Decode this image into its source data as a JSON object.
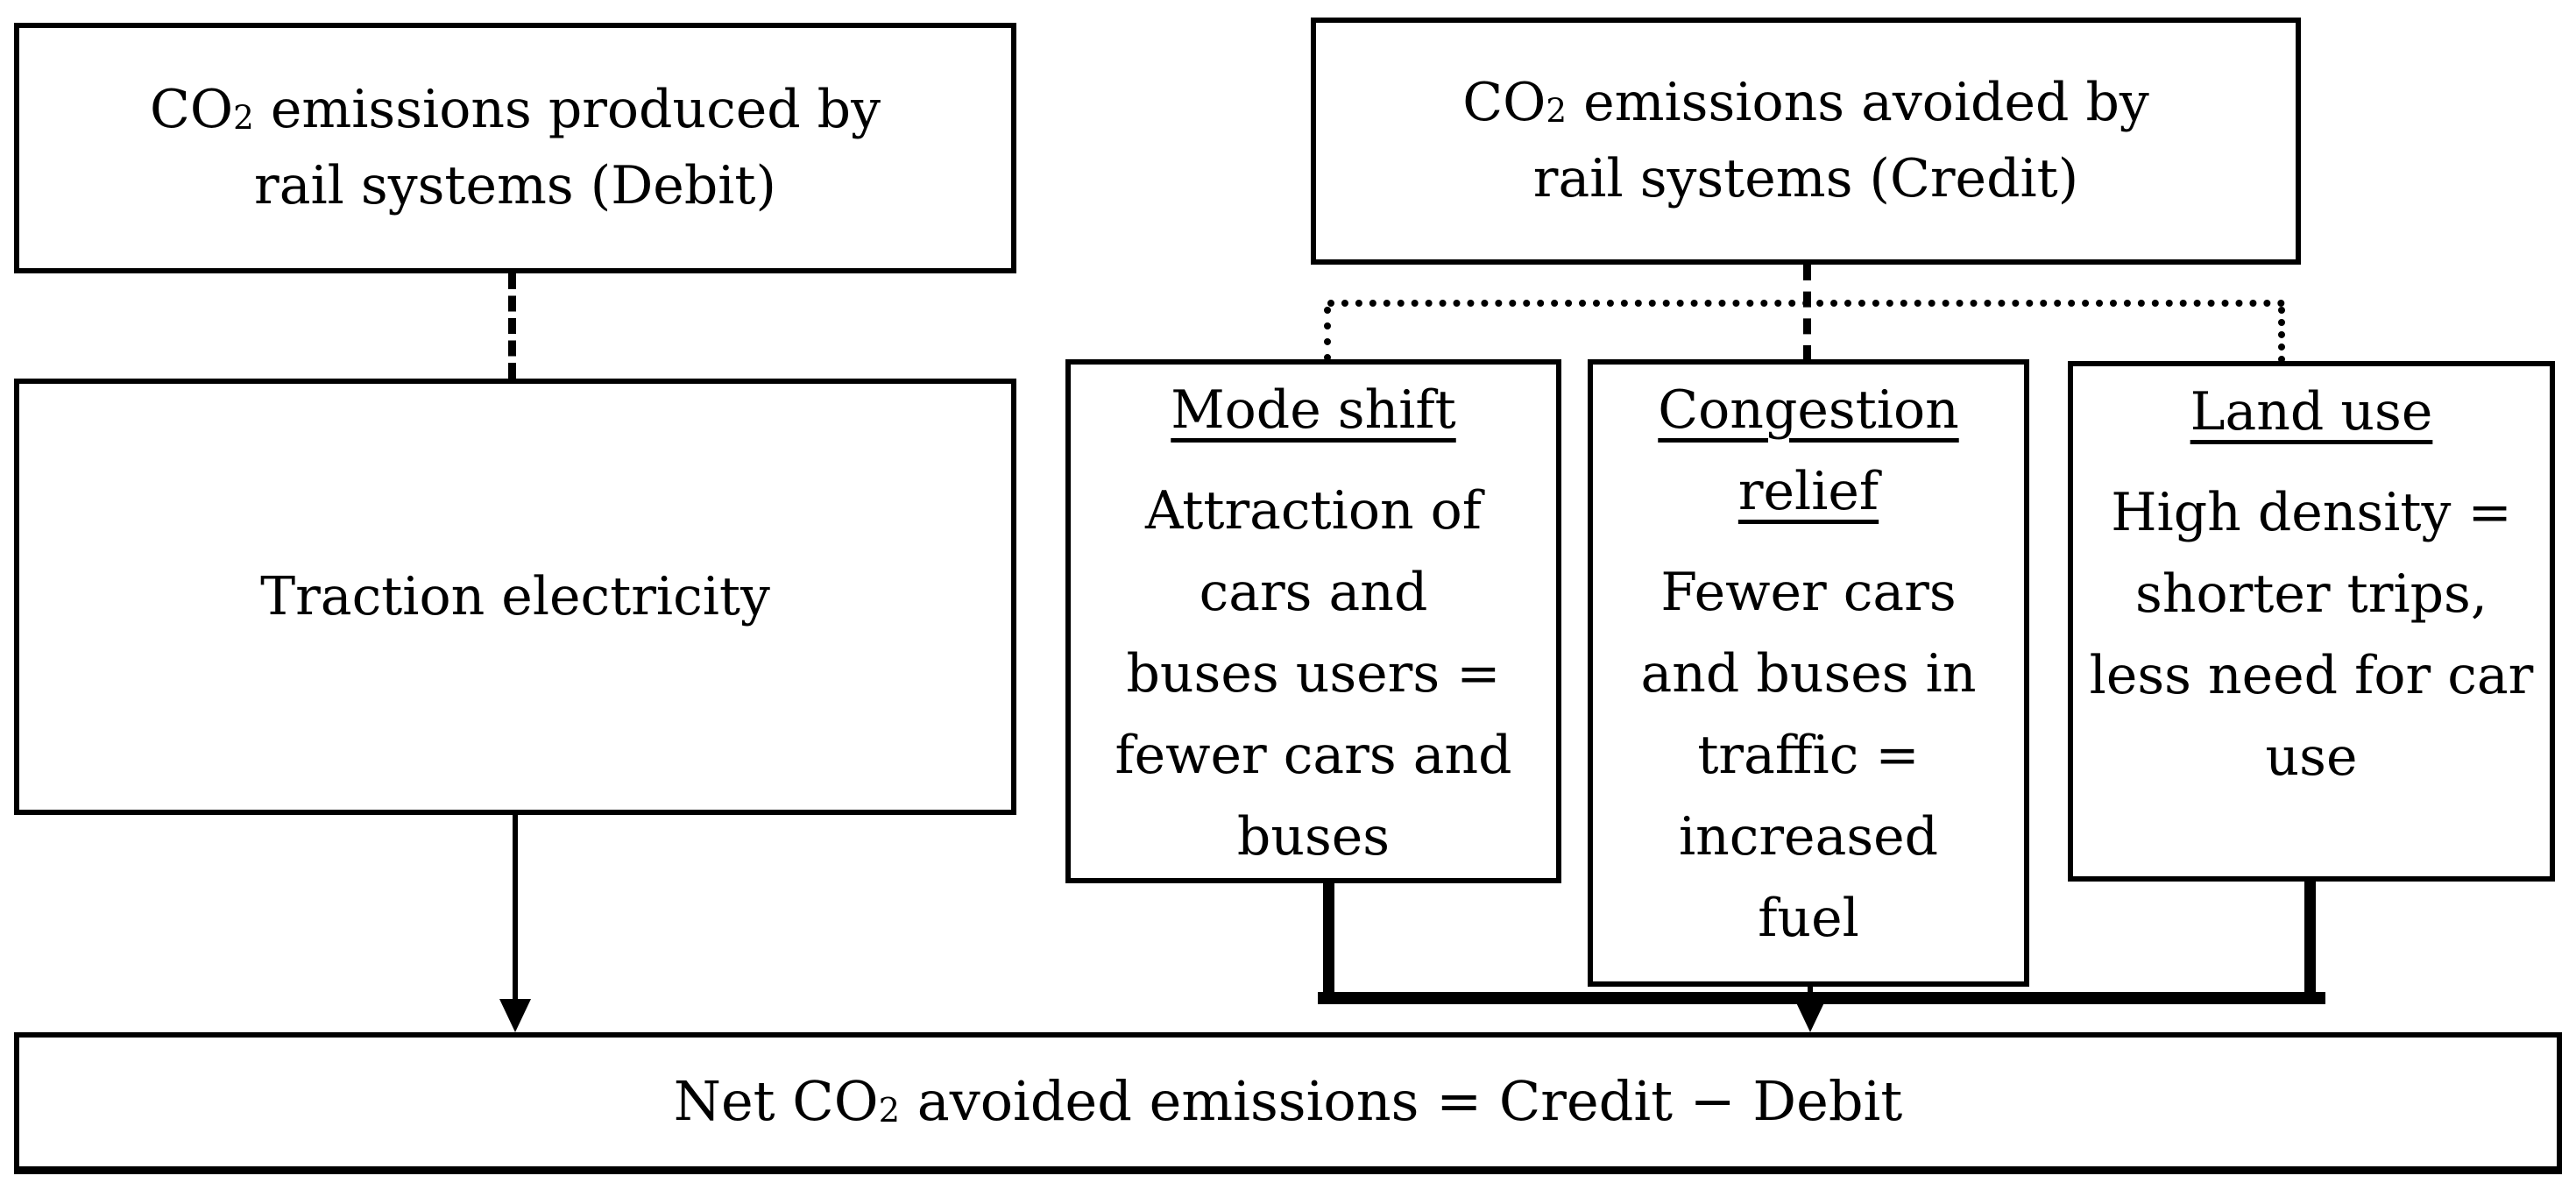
{
  "boxes": {
    "debit": {
      "text": "CO₂ emissions produced by\nrail systems (Debit)"
    },
    "credit": {
      "text": "CO₂ emissions avoided by\nrail systems (Credit)"
    },
    "traction": {
      "text": "Traction electricity"
    },
    "mode_shift": {
      "title": "Mode shift",
      "body": "Attraction of\ncars and\nbuses users =\nfewer cars and\nbuses"
    },
    "congestion_relief": {
      "title": "Congestion\nrelief",
      "body": "Fewer cars\nand buses in\ntraffic =\nincreased\nfuel"
    },
    "land_use": {
      "title": "Land use",
      "body": "High density =\nshorter trips,\nless need for car\nuse"
    },
    "net": {
      "text": "Net CO₂ avoided emissions = Credit − Debit"
    }
  },
  "colors": {
    "ink": "#000000",
    "paper": "#ffffff"
  }
}
